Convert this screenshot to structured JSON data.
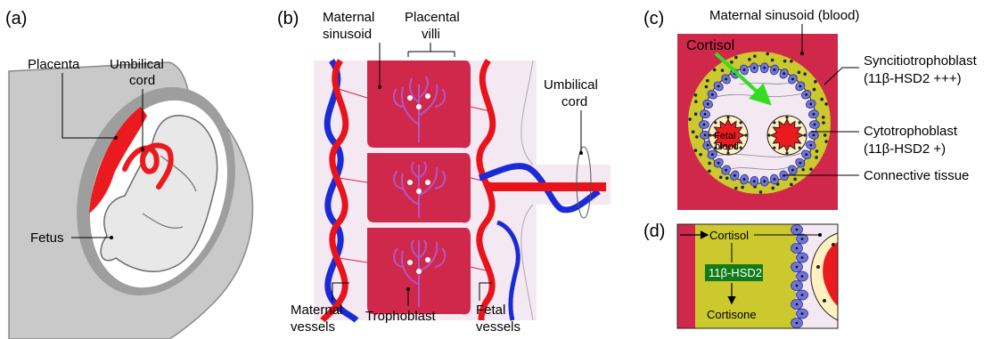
{
  "panels": {
    "a": {
      "tag": "(a)",
      "labels": {
        "placenta": "Placenta",
        "umbilical_1": "Umbilical",
        "umbilical_2": "cord",
        "fetus": "Fetus"
      }
    },
    "b": {
      "tag": "(b)",
      "labels": {
        "maternal_sinusoid_1": "Maternal",
        "maternal_sinusoid_2": "sinusoid",
        "placental_villi_1": "Placental",
        "placental_villi_2": "villi",
        "umbilical_1": "Umbilical",
        "umbilical_2": "cord",
        "maternal_vessels_1": "Maternal",
        "maternal_vessels_2": "vessels",
        "trophoblast": "Trophoblast",
        "fetal_vessels_1": "Fetal",
        "fetal_vessels_2": "vessels"
      }
    },
    "c": {
      "tag": "(c)",
      "labels": {
        "maternal_sinusoid": "Maternal sinusoid (blood)",
        "cortisol": "Cortisol",
        "fetal_blood_1": "Fetal",
        "fetal_blood_2": "blood",
        "syncitiotrophoblast": "Syncitiotrophoblast",
        "syncitio_enzyme": "(11β-HSD2 +++)",
        "cytotrophoblast": "Cytotrophoblast",
        "cyto_enzyme": "(11β-HSD2 +)",
        "connective_tissue": "Connective tissue"
      }
    },
    "d": {
      "tag": "(d)",
      "labels": {
        "cortisol": "Cortisol",
        "enzyme": "11β-HSD2",
        "cortisone": "Cortisone"
      }
    }
  },
  "colors": {
    "maternal_red": "#d0284a",
    "artery_red": "#e8131b",
    "vein_blue": "#1a2bd6",
    "villi_purple": "#b056c8",
    "fetal_pink": "#f4e8f2",
    "syncytio_yellow": "#ccc92e",
    "cyto_blue": "#6f76d8",
    "arrow_green": "#33dd22",
    "enzyme_green": "#127a17",
    "body_grey": "#c8c8c8",
    "dark_grey": "#888888"
  }
}
